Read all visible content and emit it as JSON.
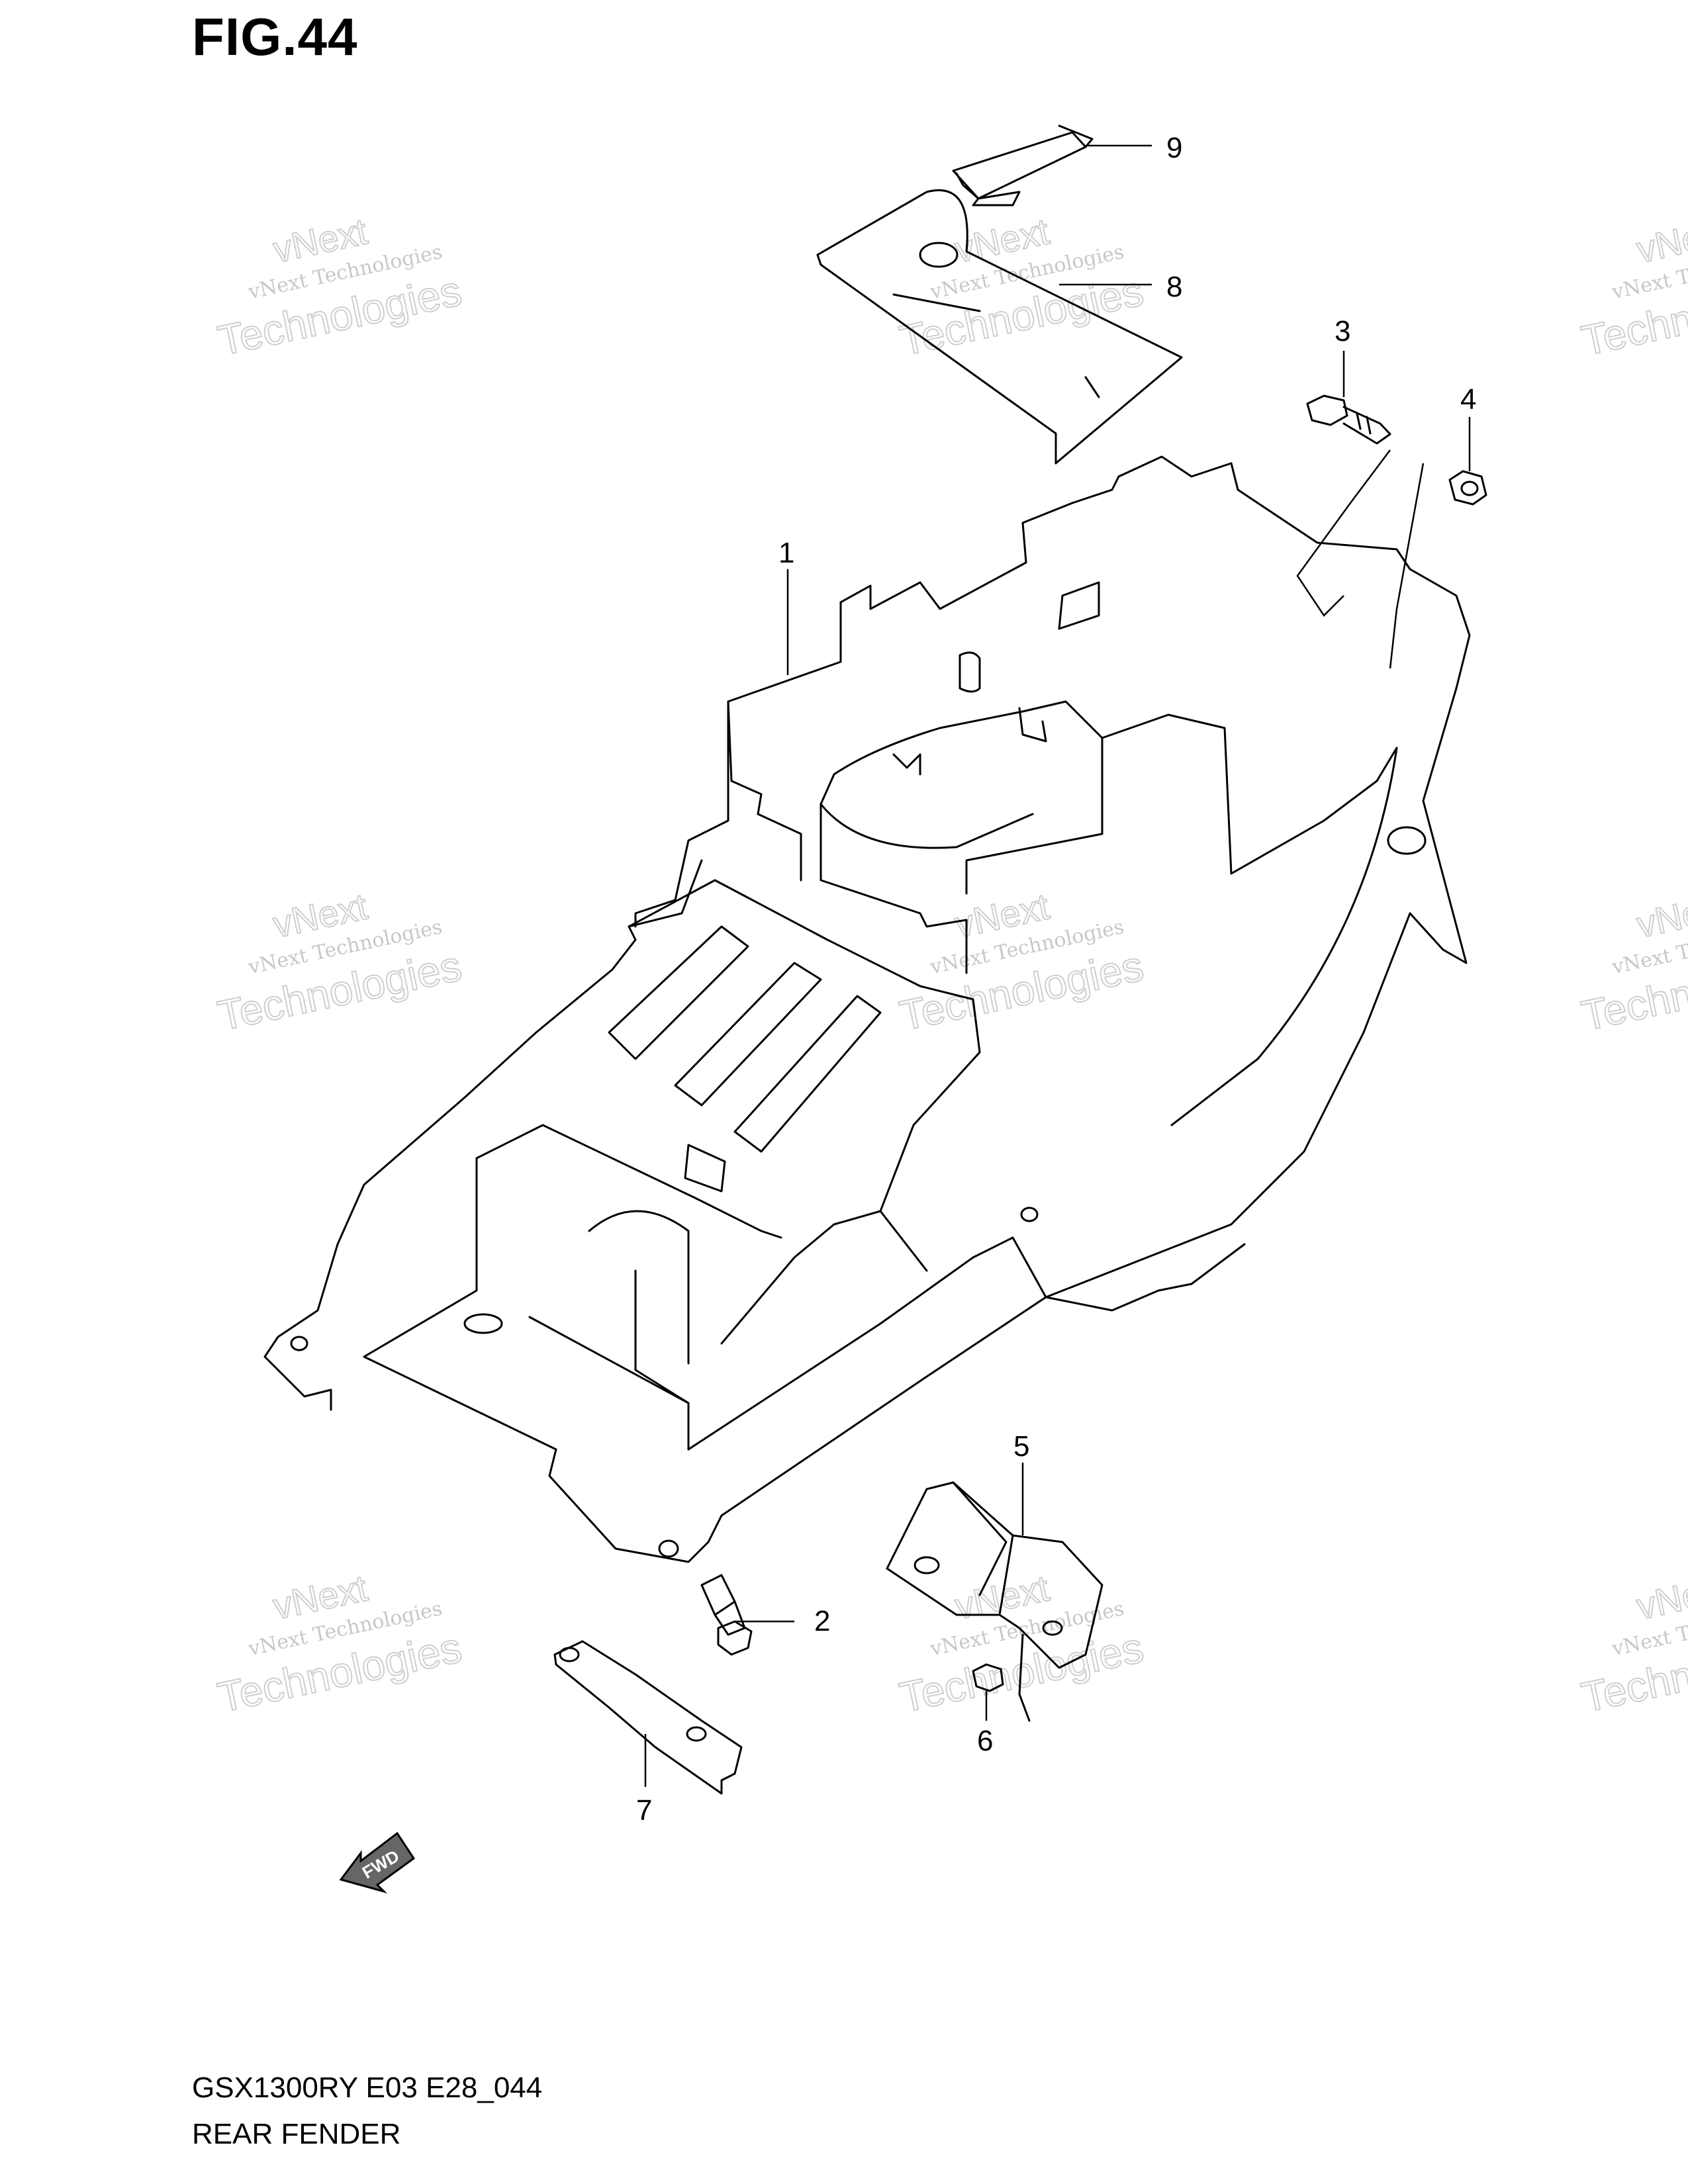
{
  "figure": {
    "title": "FIG.44",
    "model_code": "GSX1300RY E03 E28_044",
    "section_name": "REAR FENDER"
  },
  "callouts": [
    "1",
    "2",
    "3",
    "4",
    "5",
    "6",
    "7",
    "8",
    "9"
  ],
  "watermark": {
    "line0": "vNext",
    "line1": "vNext Technologies",
    "line2": "Technologies"
  },
  "fwd_label": "FWD"
}
